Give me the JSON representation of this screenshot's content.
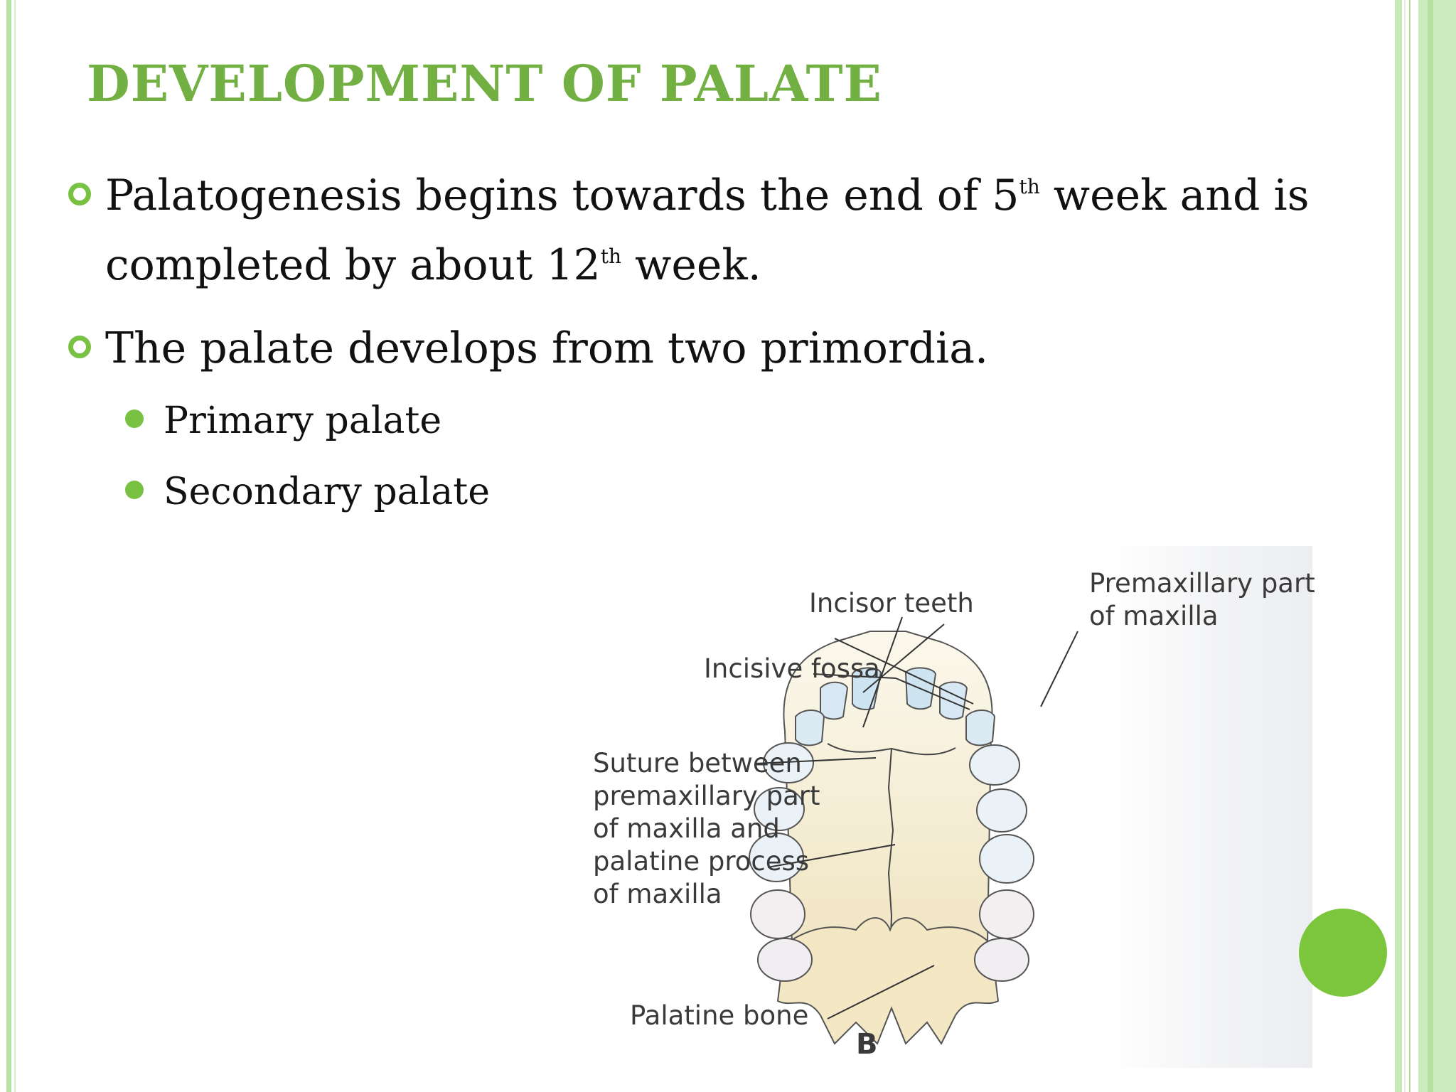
{
  "slide": {
    "title": "DEVELOPMENT OF PALATE",
    "accent_color": "#72b043",
    "bullet_color": "#79c142"
  },
  "bullets": [
    {
      "line1_pre": "Palatogenesis begins towards the end of 5",
      "line1_sup": "th",
      "line1_post": " week and is",
      "line2_pre": "completed by about 12",
      "line2_sup": "th",
      "line2_post": " week."
    },
    {
      "text": "The palate develops from two primordia."
    }
  ],
  "sub_bullets": [
    "Primary palate",
    "Secondary palate"
  ],
  "figure": {
    "labels": {
      "incisor_teeth": "Incisor teeth",
      "premaxillary_line1": "Premaxillary part",
      "premaxillary_line2": "of maxilla",
      "incisive_fossa": "Incisive fossa",
      "suture_line1": "Suture between",
      "suture_line2": "premaxillary part",
      "suture_line3": "of maxilla and",
      "suture_line4": "palatine process",
      "suture_line5": "of maxilla",
      "palatine_bone": "Palatine bone",
      "panel_letter": "B"
    }
  }
}
